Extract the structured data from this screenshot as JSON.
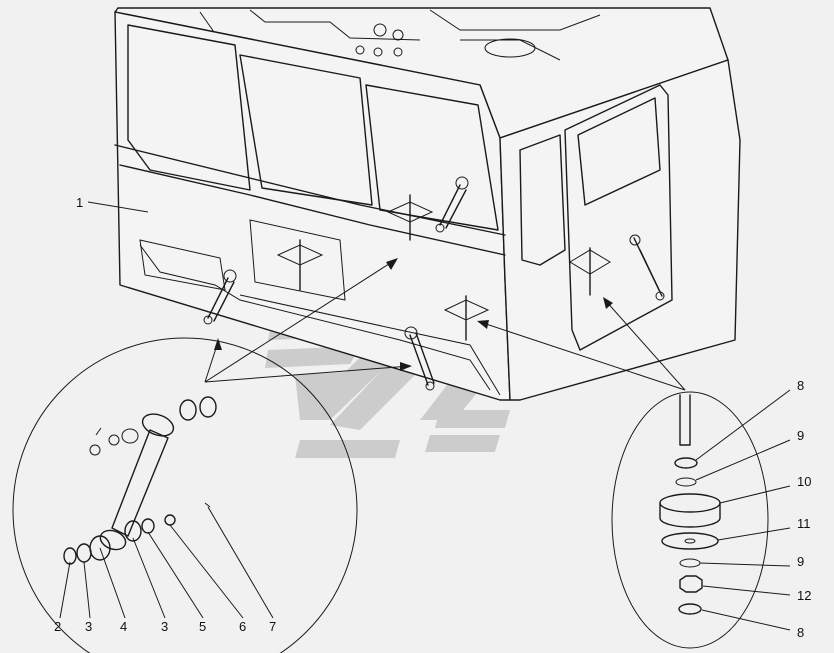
{
  "callouts": {
    "c1": "1",
    "c2": "2",
    "c3a": "3",
    "c4": "4",
    "c3b": "3",
    "c5": "5",
    "c6": "6",
    "c7": "7",
    "c8a": "8",
    "c9a": "9",
    "c10": "10",
    "c11": "11",
    "c9b": "9",
    "c12": "12",
    "c8b": "8"
  },
  "colors": {
    "background": "#f1f1f1",
    "line": "#1a1a1a",
    "watermark": "#c8c8c8"
  }
}
